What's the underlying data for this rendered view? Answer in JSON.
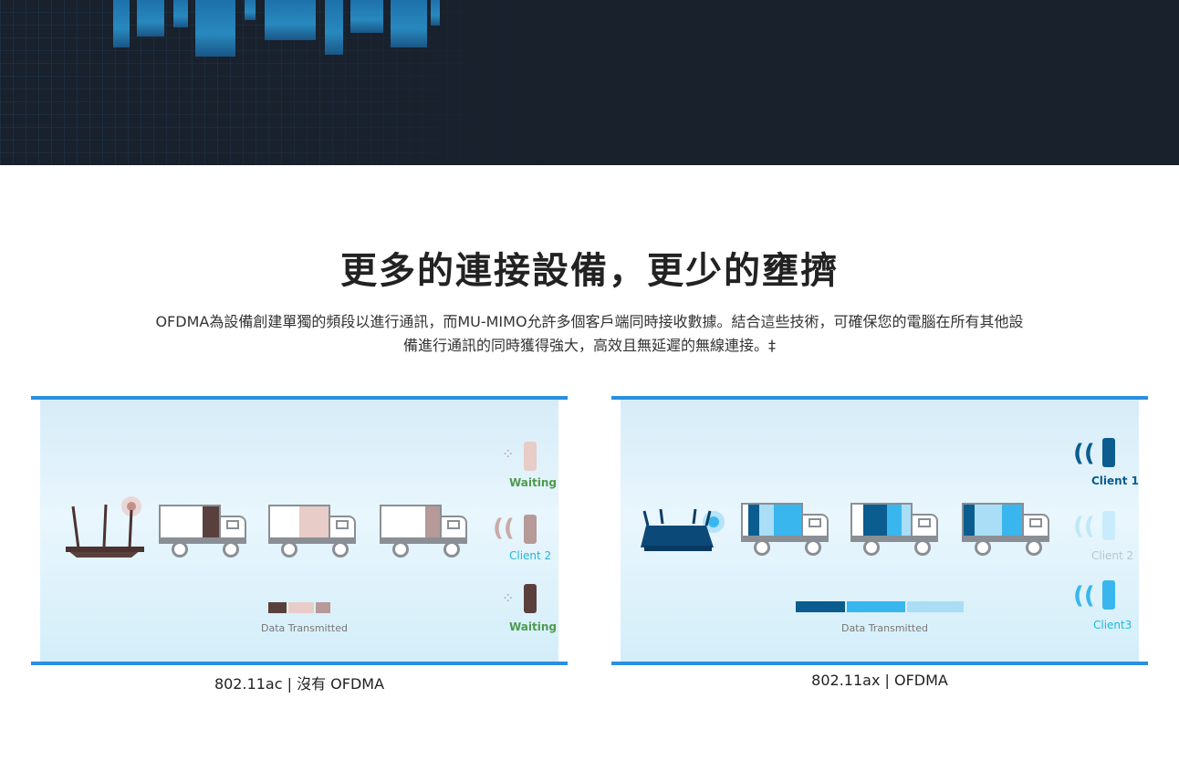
{
  "headline": "更多的連接設備，更少的壅擠",
  "description_line1": "OFDMA為設備創建單獨的頻段以進行通訊，而MU-MIMO允許多個客戶端同時接收數據。結合這些技術，可確保您的電腦在所有其他設",
  "description_line2": "備進行通訊的同時獲得強大，高效且無延遲的無線連接。‡",
  "left_panel": {
    "caption": "802.11ac | 沒有 OFDMA",
    "client_top": "Waiting",
    "client_mid": "Client 2",
    "client_bottom": "Waiting",
    "data_label": "Data Transmitted"
  },
  "right_panel": {
    "caption": "802.11ax | OFDMA",
    "client_1": "Client 1",
    "client_2": "Client 2",
    "client_3": "Client3",
    "data_label": "Data Transmitted"
  },
  "colors": {
    "accent_blue": "#2a8fe0",
    "waiting_green": "#4f9a4f",
    "client_cyan": "#1fb8d8",
    "ac_dark": "#5a403c",
    "ac_pink": "#e8ccc8",
    "ac_mauve": "#b59a97",
    "ax_dark": "#0b5d8f",
    "ax_mid": "#39b6ee",
    "ax_light": "#a9def6"
  },
  "icons": [
    "router-icon",
    "truck-icon",
    "phone-icon",
    "wifi-wave-icon",
    "spinner-icon"
  ]
}
